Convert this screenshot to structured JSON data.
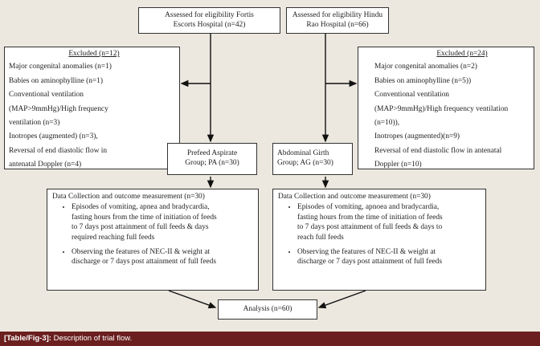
{
  "boxes": {
    "assess_fortis": {
      "lines": [
        "Assessed for eligibility Fortis",
        "Escorts Hospital (n=42)"
      ]
    },
    "assess_hindu": {
      "lines": [
        "Assessed for eligibility Hindu",
        "Rao Hospital (n=66)"
      ]
    },
    "excluded_left": {
      "title": "Excluded (n=12)",
      "lines": [
        "Major congenital anomalies (n=1)",
        "Babies on aminophylline (n=1)",
        "Conventional ventilation",
        "(MAP>9mmHg)/High frequency",
        "ventilation (n=3)",
        "Inotropes (augmented) (n=3),",
        "Reversal of end diastolic flow in",
        "antenatal Doppler (n=4)"
      ]
    },
    "excluded_right": {
      "title": "Excluded (n=24)",
      "lines": [
        "Major congenital anomalies (n=2)",
        "Babies on aminophylline (n=5))",
        "Conventional ventilation",
        "(MAP>9mmHg)/High frequency ventilation",
        "(n=10)),",
        "Inotropes (augmented)(n=9)",
        "Reversal of end diastolic flow in antenatal",
        "Doppler (n=10)"
      ]
    },
    "group_pa": {
      "lines": [
        "Prefeed Aspirate",
        "Group; PA (n=30)"
      ]
    },
    "group_ag": {
      "lines": [
        "Abdominal Girth",
        "Group; AG (n=30)"
      ]
    },
    "data_left": {
      "title": "Data Collection and outcome measurement (n=30)",
      "bullets": [
        [
          "Episodes of vomiting, apnea and bradycardia,",
          "fasting hours  from the time of initiation of feeds",
          "to 7 days post attainment of full feeds & days",
          "required reaching full feeds"
        ],
        [
          "Observing the features of NEC-II & weight at",
          "discharge or 7 days post attainment of full feeds"
        ]
      ]
    },
    "data_right": {
      "title": "Data Collection and outcome measurement (n=30)",
      "bullets": [
        [
          "Episodes of vomiting, apnoea and bradycardia,",
          "fasting hours from the time of initiation of feeds",
          "to 7 days post attainment of full feeds & days to",
          "reach full feeds"
        ],
        [
          "Observing the features of NEC-II & weight at",
          "discharge or 7 days post attainment of full feeds"
        ]
      ]
    },
    "analysis": {
      "lines": [
        "Analysis (n=60)"
      ]
    }
  },
  "caption": {
    "label": "[Table/Fig-3]:",
    "text": " Description of trial flow."
  },
  "colors": {
    "background": "#ece8df",
    "caption_bar": "#6b1f1f",
    "box_border": "#333333"
  }
}
